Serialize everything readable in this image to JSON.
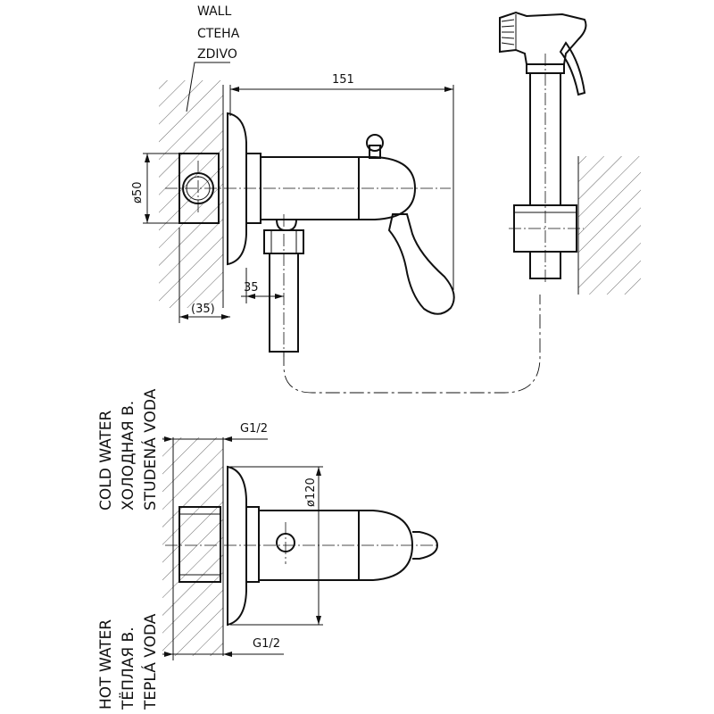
{
  "wall_labels": [
    "WALL",
    "СТЕНА",
    "ZDIVO"
  ],
  "dimensions": {
    "overall_width": "151",
    "flange_diameter_top": "ø50",
    "inlet_offset": "35",
    "wall_depth": "(35)",
    "thread_top": "G1/2",
    "flange_diameter_bottom": "ø120",
    "thread_bottom": "G1/2"
  },
  "water_labels": {
    "cold": [
      "COLD WATER",
      "ХОЛОДНАЯ В.",
      "STUDENÁ VODA"
    ],
    "hot": [
      "HOT WATER",
      "ТЁПЛАЯ В.",
      "TEPLÁ VODA"
    ]
  }
}
